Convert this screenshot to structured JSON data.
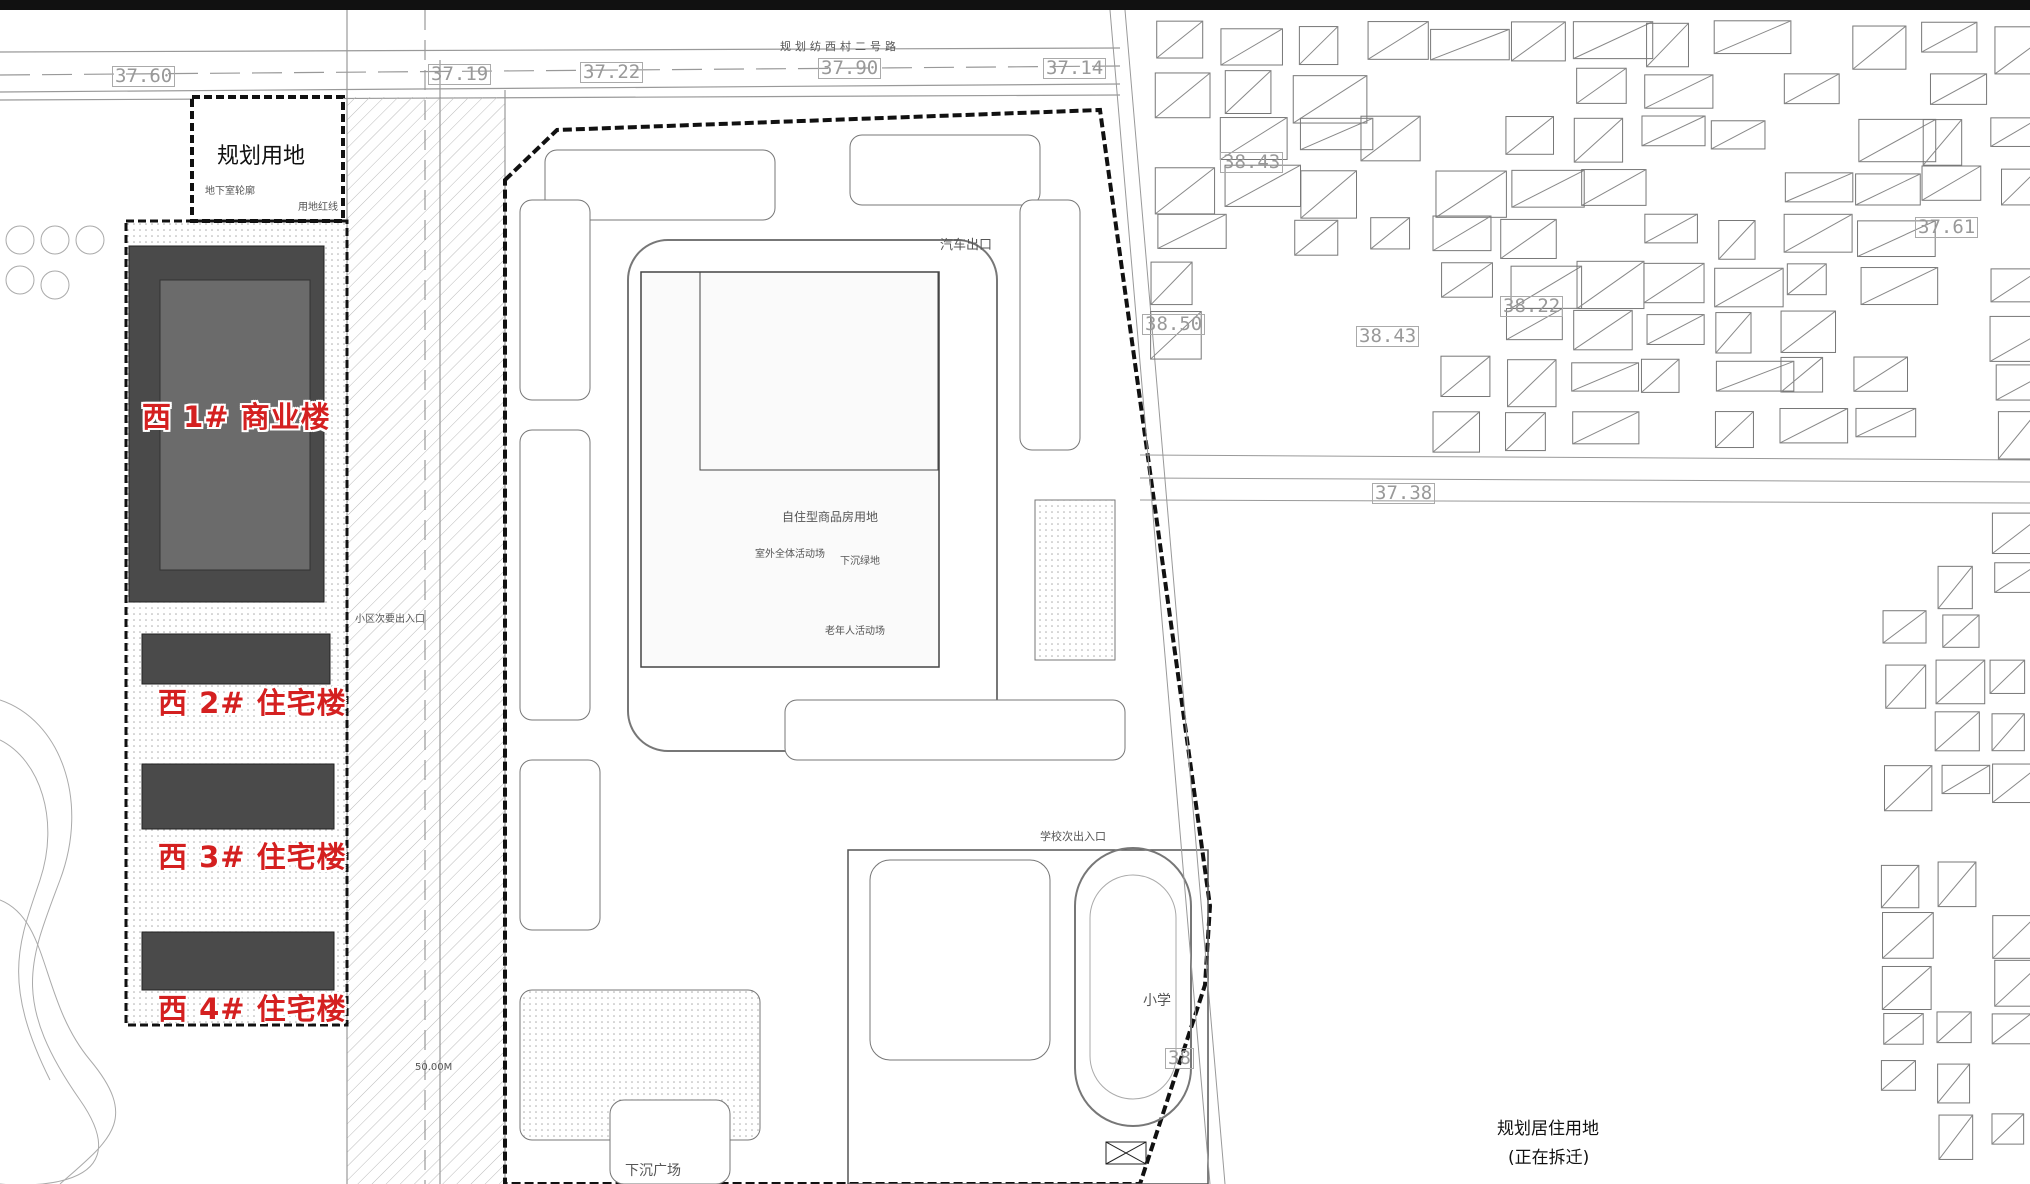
{
  "road_name": "规划纺西村二号路",
  "planning_land": "规划用地",
  "residential_plot": "自住型商品房用地",
  "car_exit": "汽车出口",
  "sunken_plaza": "下沉广场",
  "school": "小学",
  "school_secondary_entrance": "学校次出入口",
  "east_land": {
    "line1": "规划居住用地",
    "line2": "(正在拆迁)"
  },
  "buildings": [
    {
      "label": "西 1# 商业楼"
    },
    {
      "label": "西 2# 住宅楼"
    },
    {
      "label": "西 3# 住宅楼"
    },
    {
      "label": "西 4# 住宅楼"
    }
  ],
  "elevations": [
    "37.60",
    "37.19",
    "37.22",
    "37.90",
    "37.14",
    "38.43",
    "38.50",
    "38.43",
    "38.22",
    "37.61",
    "37.38",
    "38"
  ],
  "small_labels": {
    "underground_garage": "地下室轮廓",
    "land_red_line": "用地红线",
    "outdoor_activity": "室外全体活动场",
    "sunken_green": "下沉绿地",
    "elderly_area": "老年人活动场",
    "community_entrance": "小区次要出入口",
    "dim_50": "50.00M"
  },
  "colors": {
    "label_red": "#d42020",
    "building_dark": "#4a4a4a",
    "boundary": "#111111"
  }
}
